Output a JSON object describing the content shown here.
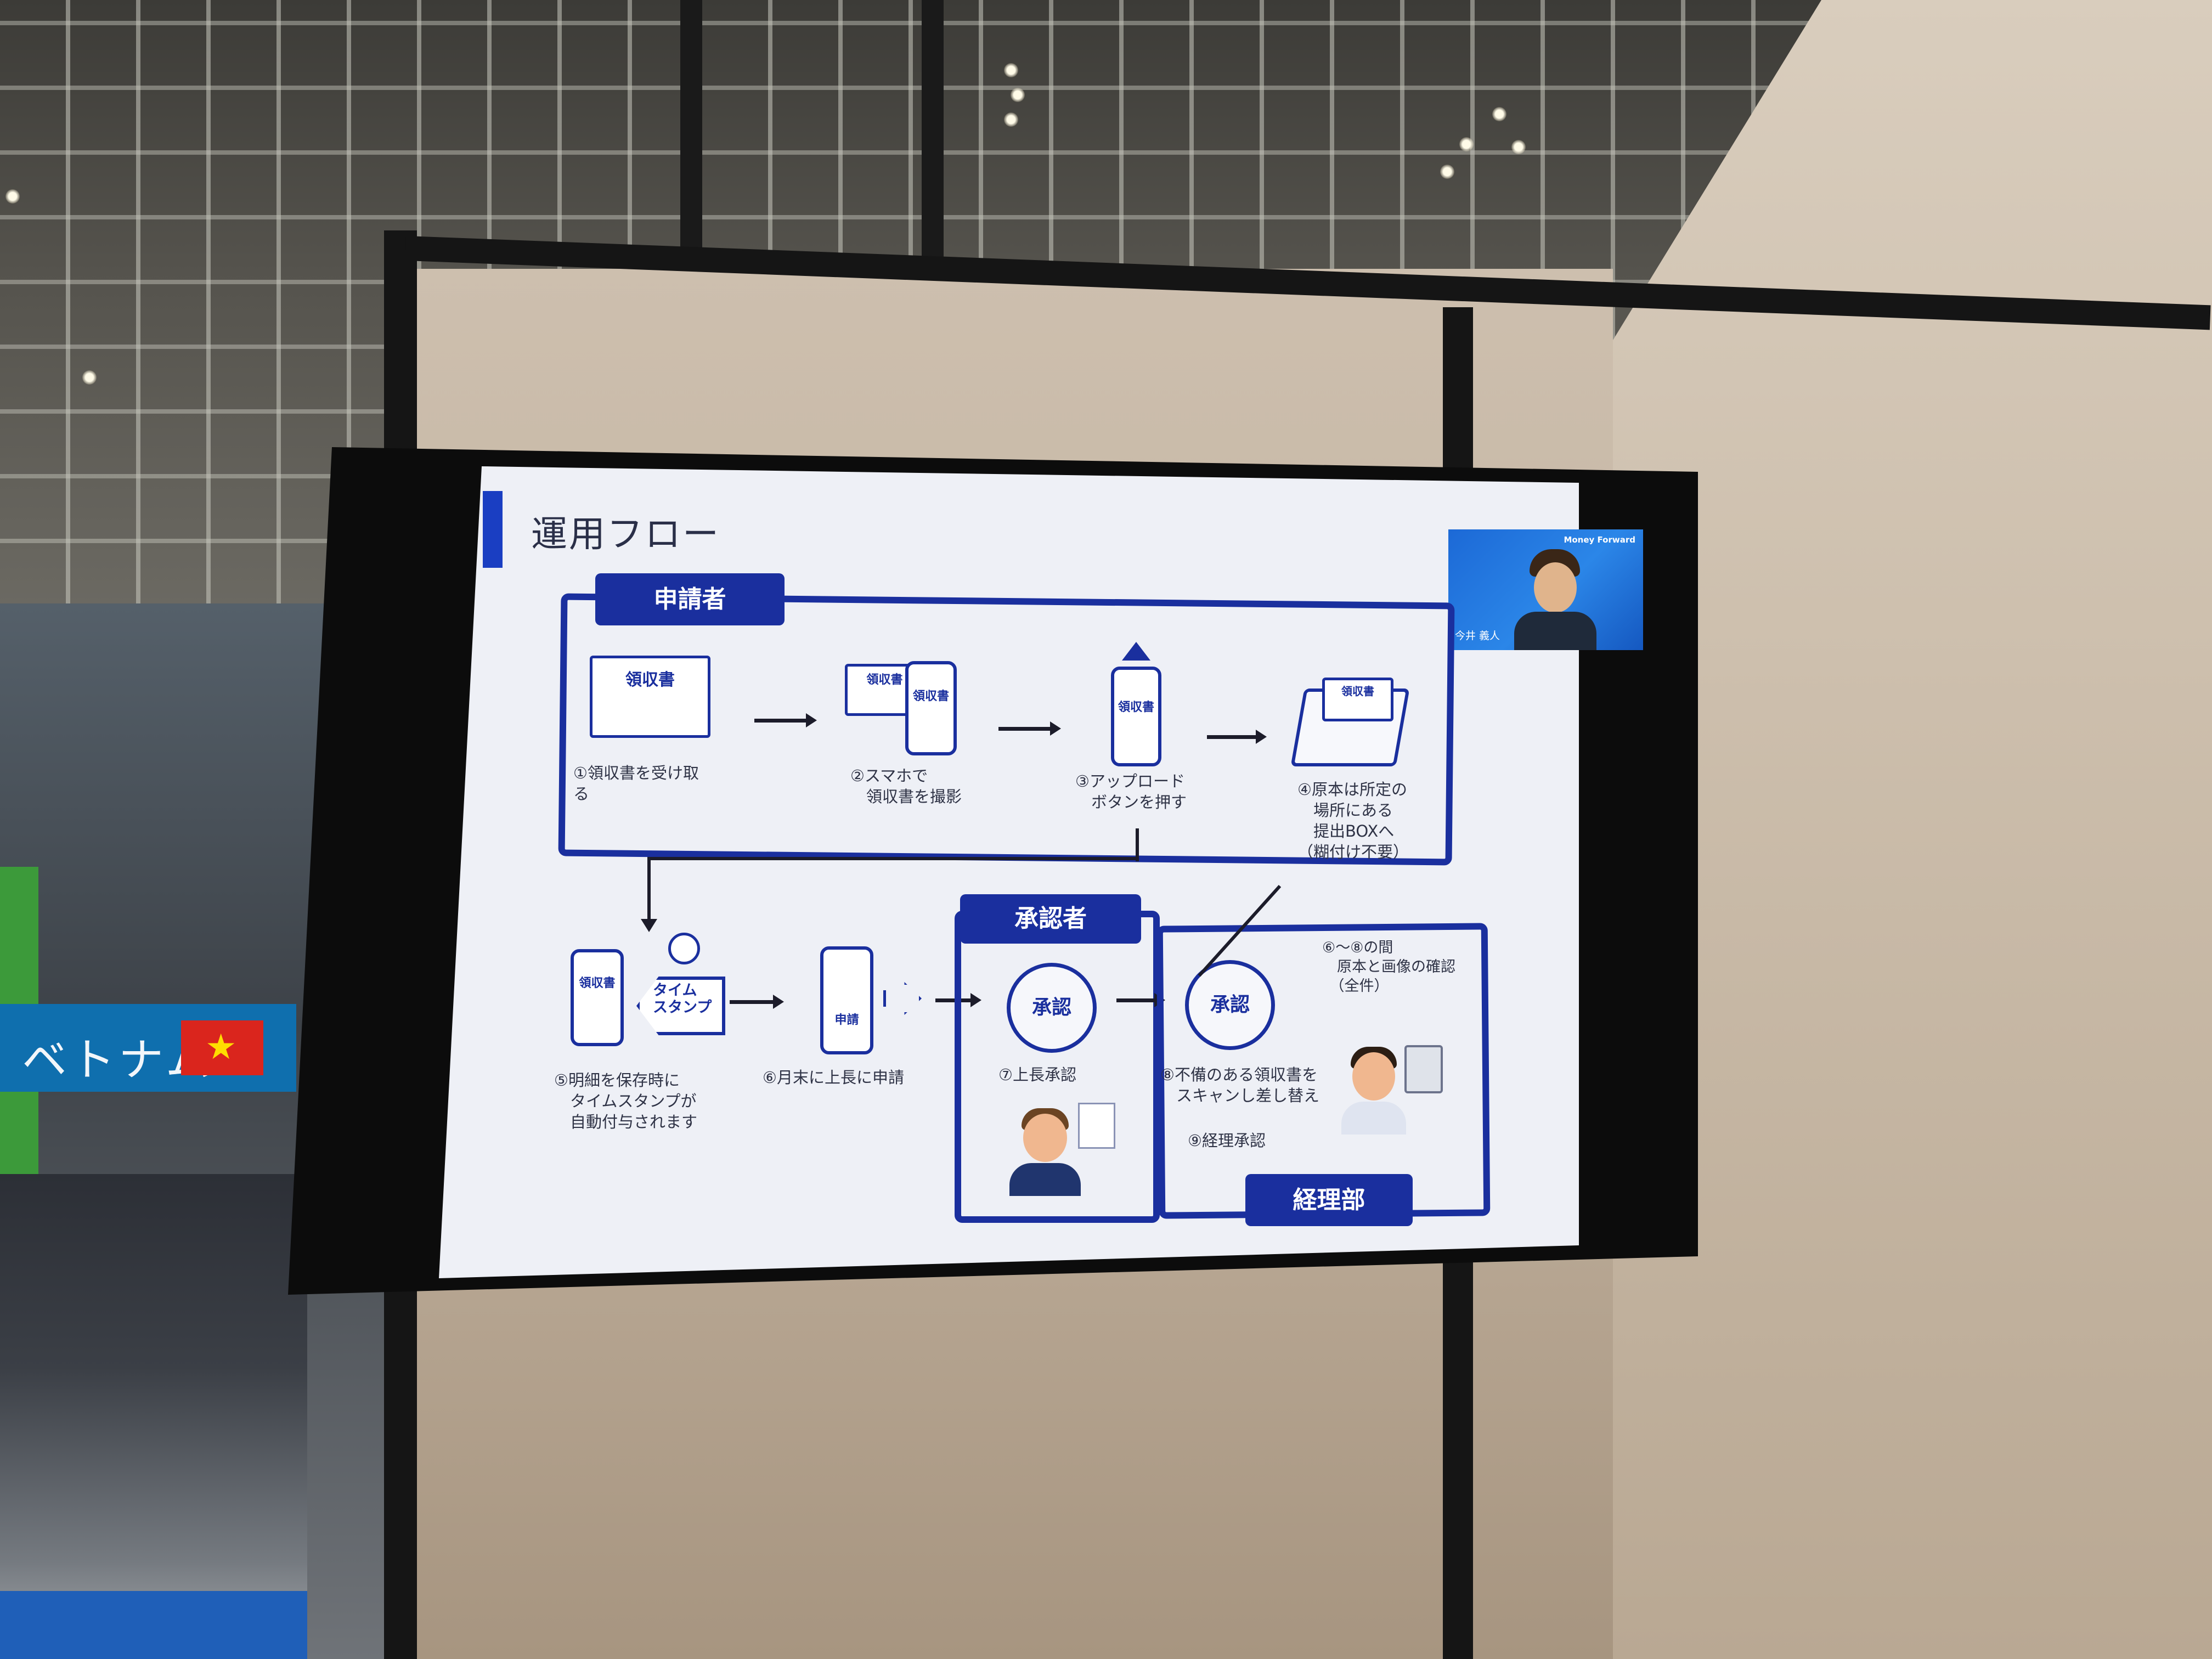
{
  "slide": {
    "title": "運用フロー",
    "applicant_label": "申請者",
    "approver_label": "承認者",
    "accounting_label": "経理部",
    "doc_receipt": "領収書",
    "doc_receipt_small": "領収書",
    "phone_receipt": "領収書",
    "phone_upload_label": "領収書",
    "folder_receipt": "領収書",
    "phone5_label": "領収書",
    "timestamp_label": "タイム\nスタンプ",
    "phone6_label": "申請",
    "approve_circle_1": "承認",
    "approve_circle_2": "承認",
    "steps": {
      "s1": "①領収書を受け取\nる",
      "s2": "②スマホで\n　領収書を撮影",
      "s3": "③アップロード\n　ボタンを押す",
      "s4": "④原本は所定の\n　場所にある\n　提出BOXへ\n（糊付け不要）",
      "s5": "⑤明細を保存時に\n　タイムスタンプが\n　自動付与されます",
      "s6": "⑥月末に上長に申請",
      "s7": "⑦上長承認",
      "s8": "⑧不備のある領収書を\n　スキャンし差し替え",
      "s9": "⑨経理承認",
      "note": "⑥〜⑧の間\n　原本と画像の確認\n　（全件）"
    }
  },
  "webcam": {
    "brand": "Money Forward",
    "presenter_name": "今井 義人"
  },
  "venue": {
    "booth_sign_text": "ベトナム",
    "flag_star": "★"
  }
}
